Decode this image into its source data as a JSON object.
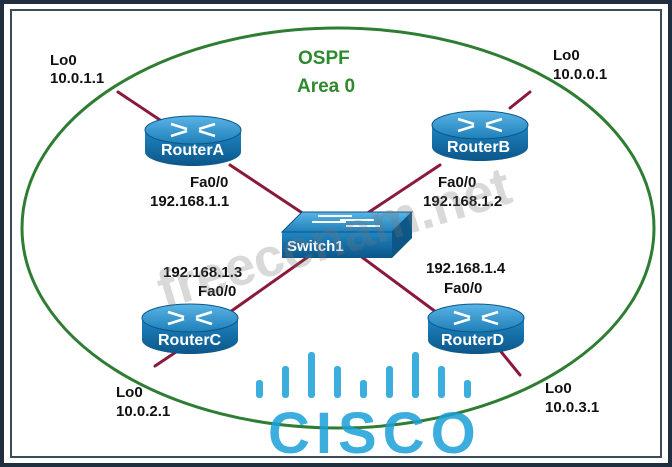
{
  "area": {
    "line1": "OSPF",
    "line2": "Area 0"
  },
  "routers": {
    "a": {
      "name": "RouterA",
      "lo": "Lo0",
      "lo_ip": "10.0.1.1",
      "fa": "Fa0/0",
      "fa_ip": "192.168.1.1"
    },
    "b": {
      "name": "RouterB",
      "lo": "Lo0",
      "lo_ip": "10.0.0.1",
      "fa": "Fa0/0",
      "fa_ip": "192.168.1.2"
    },
    "c": {
      "name": "RouterC",
      "lo": "Lo0",
      "lo_ip": "10.0.2.1",
      "fa": "Fa0/0",
      "fa_ip": "192.168.1.3"
    },
    "d": {
      "name": "RouterD",
      "lo": "Lo0",
      "lo_ip": "10.0.3.1",
      "fa": "Fa0/0",
      "fa_ip": "192.168.1.4"
    }
  },
  "switch": {
    "name": "Switch1"
  },
  "watermark": "freeccnam.net",
  "logo": "CISCO",
  "colors": {
    "router_blue": "#1e7fb8",
    "ellipse_green": "#2e7d32",
    "link_maroon": "#8b1a3a",
    "cisco_blue": "#1aa0d8"
  }
}
